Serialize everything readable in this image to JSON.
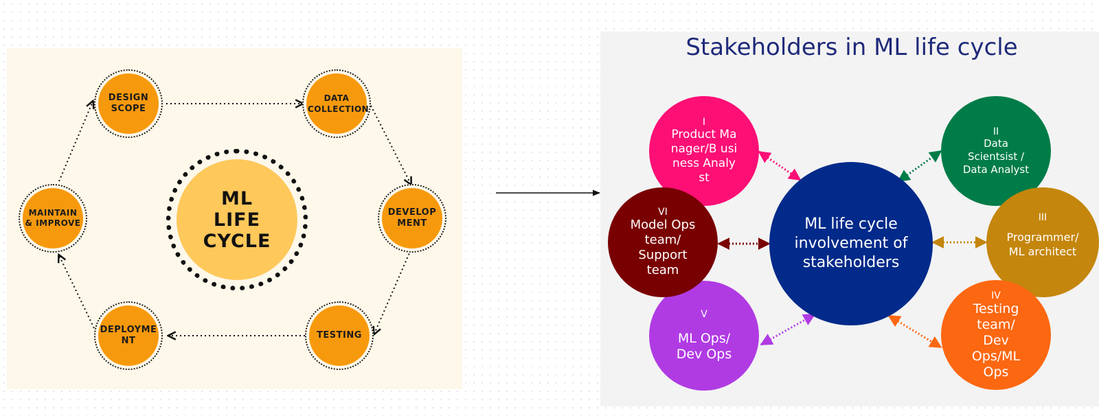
{
  "lifecycle": {
    "center_label": "ML LIFE CYCLE",
    "steps": [
      {
        "label": "DESIGN SCOPE"
      },
      {
        "label": "DATA COLLECTION"
      },
      {
        "label": "DEVELOP MENT"
      },
      {
        "label": "TESTING"
      },
      {
        "label": "DEPLOYME NT"
      },
      {
        "label": "MAINTAIN & IMPROVE"
      }
    ],
    "colors": {
      "step_fill": "#f7990d",
      "center_fill": "#fec85b",
      "panel": "#fdf8ea"
    }
  },
  "stakeholders": {
    "title": "Stakeholders in ML life cycle",
    "center_label": "ML life cycle involvement of stakeholders",
    "center_color": "#012a8a",
    "groups": [
      {
        "num": "I",
        "label": "Product Manager/B usiness Analyst",
        "color": "#fd0f76"
      },
      {
        "num": "II",
        "label": "Data Scientsist / Data Analyst",
        "color": "#007c48"
      },
      {
        "num": "III",
        "label": "Programmer/ ML architect",
        "color": "#c4860c"
      },
      {
        "num": "IV",
        "label": "Testing team/ Dev Ops/ML Ops",
        "color": "#fc6711"
      },
      {
        "num": "V",
        "label": "ML Ops/ Dev Ops",
        "color": "#b03be3"
      },
      {
        "num": "VI",
        "label": "Model Ops team/ Support team",
        "color": "#790000"
      }
    ]
  }
}
